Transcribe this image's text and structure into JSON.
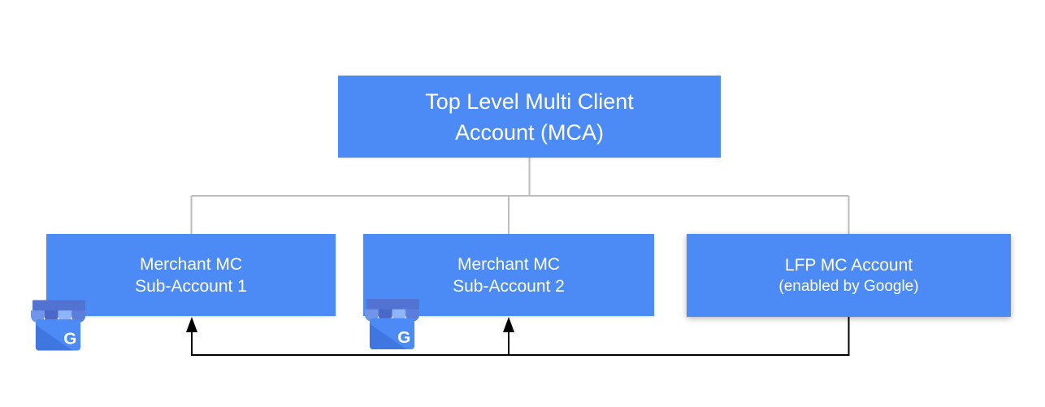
{
  "diagram": {
    "boxes": {
      "root": {
        "line1": "Top Level Multi Client",
        "line2": "Account (MCA)"
      },
      "children": [
        {
          "line1": "Merchant MC",
          "line2": "Sub-Account 1"
        },
        {
          "line1": "Merchant MC",
          "line2": "Sub-Account 2"
        },
        {
          "line1": "LFP MC Account",
          "line2": "(enabled by Google)"
        }
      ]
    },
    "gmb_icon": {
      "name": "google-my-business-storefront-icon",
      "letter": "G"
    },
    "colors": {
      "box_fill": "#4C8BF5",
      "box_text": "#FFFFFF",
      "hierarchy_line": "#BDBDBD",
      "feedback_line": "#000000",
      "icon_awning_dark": "#4B68C9",
      "icon_awning_medium": "#5B7EDB",
      "icon_awning_light1": "#7096EA",
      "icon_awning_light2": "#8FB5F8",
      "icon_bar": "#5373D3",
      "icon_body": "#4C8BF5"
    }
  }
}
